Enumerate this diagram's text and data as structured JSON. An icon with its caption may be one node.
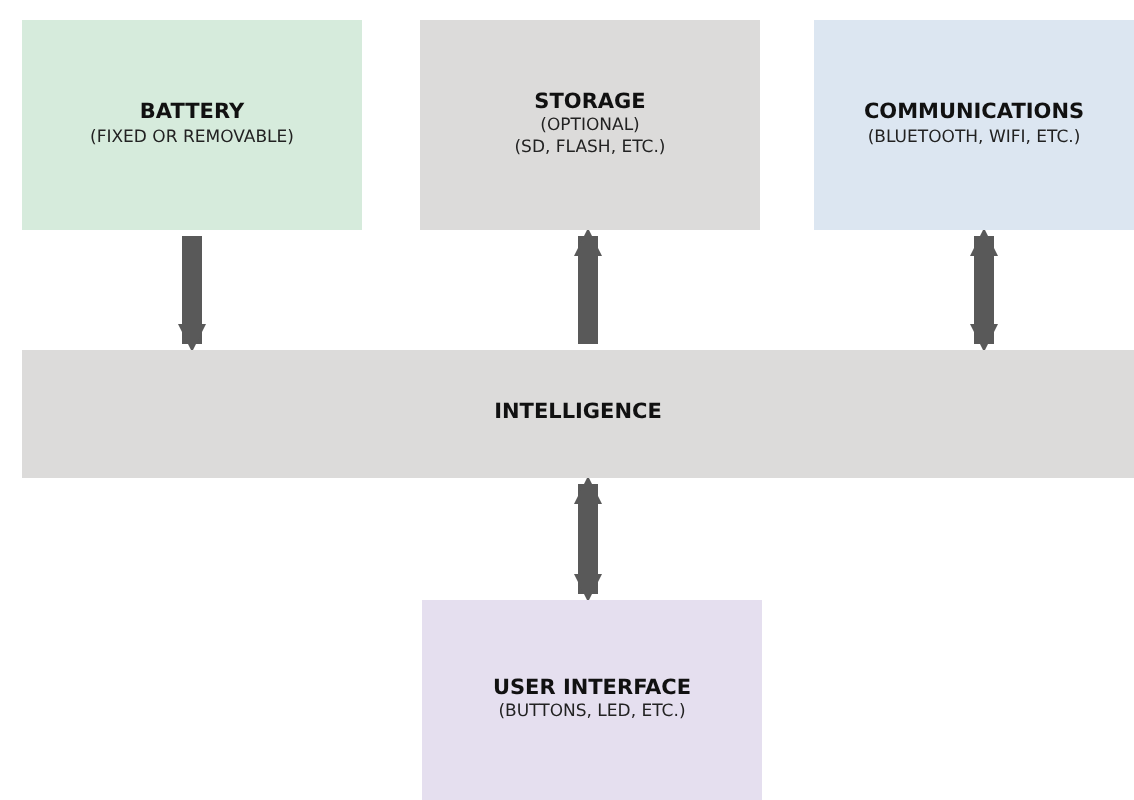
{
  "diagram": {
    "nodes": [
      {
        "text": [
          "BATTERY",
          "(FIXED OR REMOVABLE)"
        ]
      },
      {
        "text": [
          "STORAGE",
          "(OPTIONAL)",
          "(SD, FLASH, ETC.)"
        ]
      },
      {
        "text": [
          "COMMUNICATIONS",
          "(BLUETOOTH, WIFI, ETC.)"
        ]
      },
      {
        "text": [
          "INTELLIGENCE"
        ]
      },
      {
        "text": [
          "USER INTERFACE",
          "(BUTTONS, LED, ETC.)"
        ]
      }
    ],
    "edges": [
      {
        "from": 0,
        "to": 3,
        "arrow": "to"
      },
      {
        "from": 3,
        "to": 1,
        "arrow": "to"
      },
      {
        "from": 3,
        "to": 2,
        "arrow": "both"
      },
      {
        "from": 3,
        "to": 4,
        "arrow": "both"
      }
    ]
  }
}
